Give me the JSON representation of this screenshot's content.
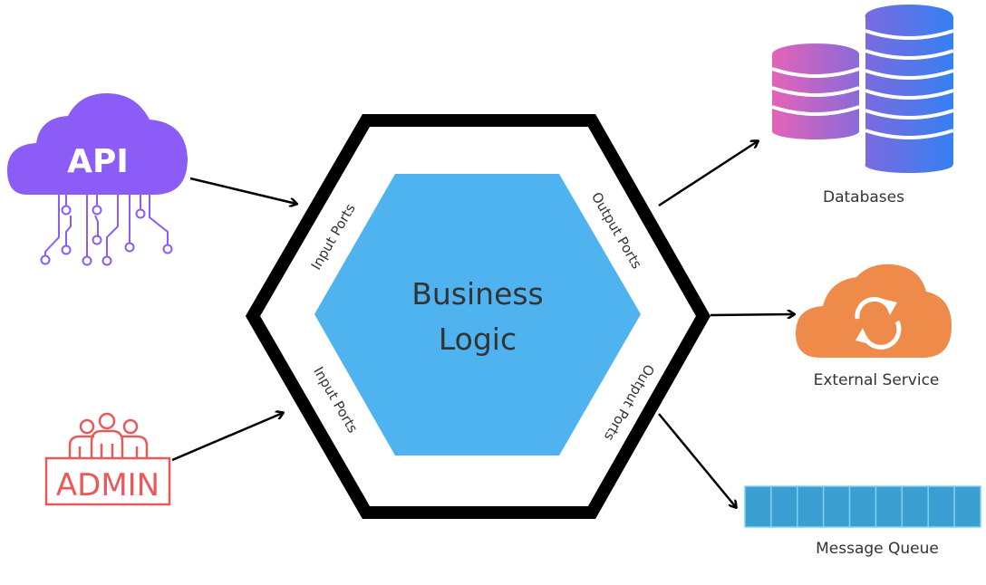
{
  "core": {
    "title_line1": "Business",
    "title_line2": "Logic"
  },
  "ports": {
    "input_top": "Input Ports",
    "input_bottom": "Input Ports",
    "output_top": "Output Ports",
    "output_bottom": "Output Ports"
  },
  "actors": {
    "api": "API",
    "admin": "ADMIN"
  },
  "targets": {
    "databases": "Databases",
    "external_service": "External Service",
    "message_queue": "Message Queue"
  },
  "icons": {
    "api": "cloud-circuit-icon",
    "admin": "team-icon",
    "databases": "database-stack-icon",
    "external_service": "cloud-sync-icon",
    "message_queue": "queue-icon"
  },
  "colors": {
    "core": "#4fb3f0",
    "api": "#8b5cf6",
    "admin": "#e85a5a",
    "external": "#ee8a4a",
    "queue": "#3a9ed0"
  }
}
